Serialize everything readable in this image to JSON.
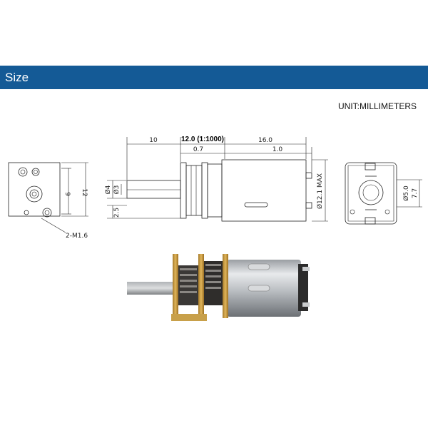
{
  "header": {
    "title": "Size",
    "bg_color": "#145a96"
  },
  "unit_label": "UNIT:MILLIMETERS",
  "front_view": {
    "dims": {
      "inner": "9",
      "outer": "12",
      "hole_callout": "2-M1.6"
    }
  },
  "side_view": {
    "dims": {
      "shaft_len": "10",
      "gearbox_len": "12.0 (1:1000)",
      "gap": "0.7",
      "motor_len": "16.0",
      "terminal": "1.0",
      "shaft_dia": "Ø4",
      "shaft_flat": "Ø3",
      "offset": "2.5",
      "body_dia": "Ø12.1 MAX"
    }
  },
  "rear_view": {
    "dims": {
      "bearing": "Ø5.0",
      "height": "7.7"
    }
  },
  "photo": {
    "description_icon": "gear-motor-photo"
  }
}
